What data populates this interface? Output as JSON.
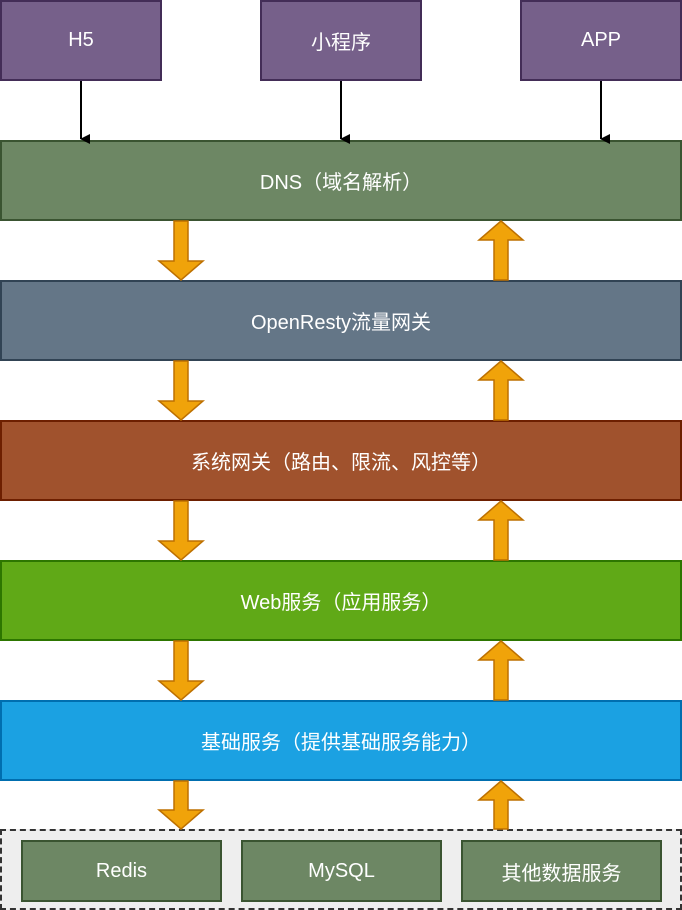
{
  "clients": [
    {
      "label": "H5"
    },
    {
      "label": "小程序"
    },
    {
      "label": "APP"
    }
  ],
  "layers": [
    {
      "label": "DNS（域名解析）",
      "color": "#6d8764"
    },
    {
      "label": "OpenResty流量网关",
      "color": "#647687"
    },
    {
      "label": "系统网关（路由、限流、风控等）",
      "color": "#a0522d"
    },
    {
      "label": "Web服务（应用服务）",
      "color": "#60a917"
    },
    {
      "label": "基础服务（提供基础服务能力）",
      "color": "#1ba1e2"
    }
  ],
  "storage": [
    {
      "label": "Redis"
    },
    {
      "label": "MySQL"
    },
    {
      "label": "其他数据服务"
    }
  ],
  "colors": {
    "client": "#76608a",
    "arrow_fill": "#f0a30a",
    "arrow_stroke": "#bd7000"
  }
}
